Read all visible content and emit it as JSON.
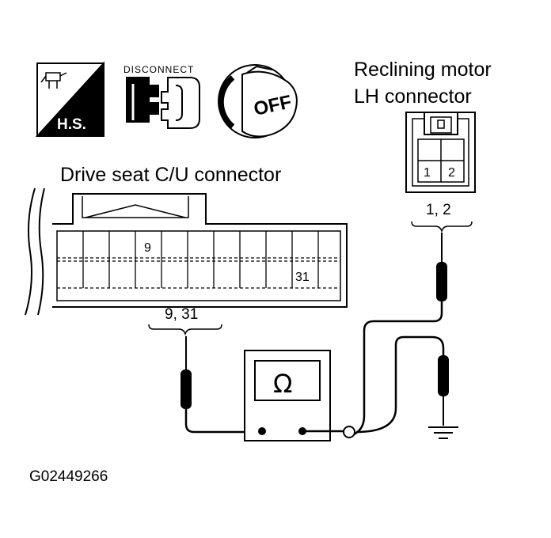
{
  "icons": {
    "hot_shot_label": "H.S.",
    "disconnect_label": "DISCONNECT",
    "off_label": "OFF"
  },
  "reclining_connector": {
    "title_line1": "Reclining motor",
    "title_line2": "LH connector",
    "pins": [
      "1",
      "2"
    ],
    "probe_label": "1, 2"
  },
  "drive_seat_connector": {
    "title": "Drive seat C/U connector",
    "pin_a": "9",
    "pin_b": "31",
    "probe_label": "9, 31"
  },
  "meter": {
    "symbol": "Ω"
  },
  "figure_id": "G02449266"
}
